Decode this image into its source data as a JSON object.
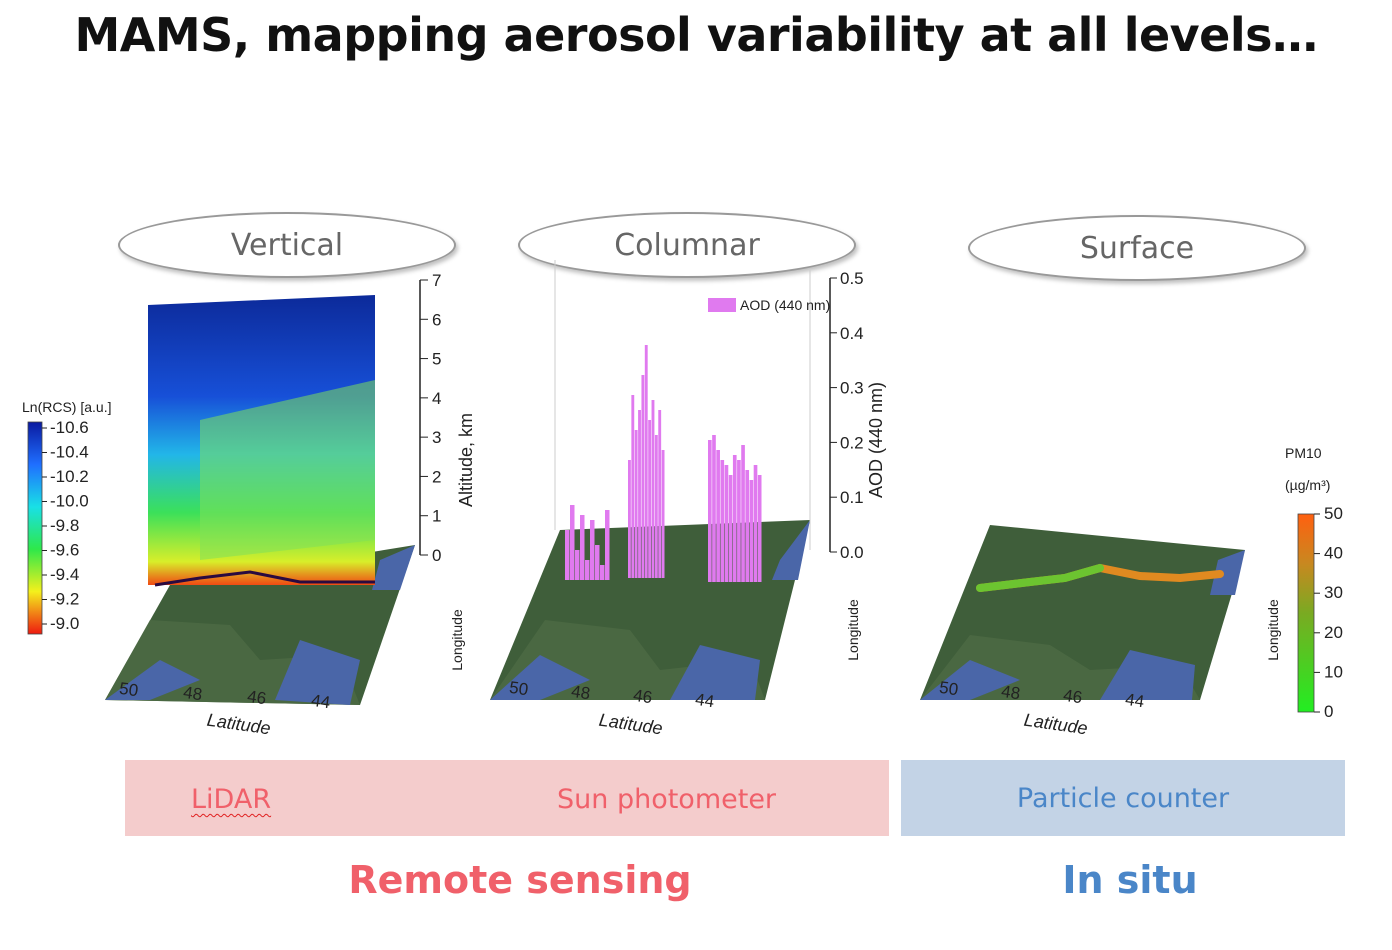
{
  "title": "MAMS, mapping aerosol variability at all levels…",
  "panels": {
    "vertical": {
      "label": "Vertical",
      "colorbar_title": "Ln(RCS) [a.u.]",
      "colorbar_ticks": [
        "-10.6",
        "-10.4",
        "-10.2",
        "-10.0",
        "-9.8",
        "-9.6",
        "-9.4",
        "-9.2",
        "-9.0"
      ],
      "z_ticks": [
        "0",
        "1",
        "2",
        "3",
        "4",
        "5",
        "6",
        "7"
      ],
      "z_label": "Altitude, km",
      "lat_ticks": [
        "50",
        "48",
        "46",
        "44"
      ],
      "lat_label": "Latitude",
      "lon_label": "Longitude"
    },
    "columnar": {
      "label": "Columnar",
      "legend": "AOD (440 nm)",
      "z_ticks": [
        "0.0",
        "0.1",
        "0.2",
        "0.3",
        "0.4",
        "0.5"
      ],
      "z_label": "AOD (440 nm)",
      "lat_ticks": [
        "50",
        "48",
        "46",
        "44"
      ],
      "lat_label": "Latitude",
      "lon_label": "Longitude"
    },
    "surface": {
      "label": "Surface",
      "colorbar_title": "PM10",
      "colorbar_unit": "(µg/m³)",
      "colorbar_ticks": [
        "0",
        "10",
        "20",
        "30",
        "40",
        "50"
      ],
      "lat_ticks": [
        "50",
        "48",
        "46",
        "44"
      ],
      "lat_label": "Latitude",
      "lon_label": "Longitude"
    }
  },
  "instruments": {
    "lidar": "LiDAR",
    "sun_photometer": "Sun photometer",
    "particle_counter": "Particle counter"
  },
  "categories": {
    "remote": "Remote sensing",
    "insitu": "In situ"
  },
  "colors": {
    "remote_band": "#f4cccc",
    "remote_text": "#f0606a",
    "insitu_band": "#c3d3e6",
    "insitu_text": "#4a86c8",
    "aod_bars": "#e07aef"
  }
}
